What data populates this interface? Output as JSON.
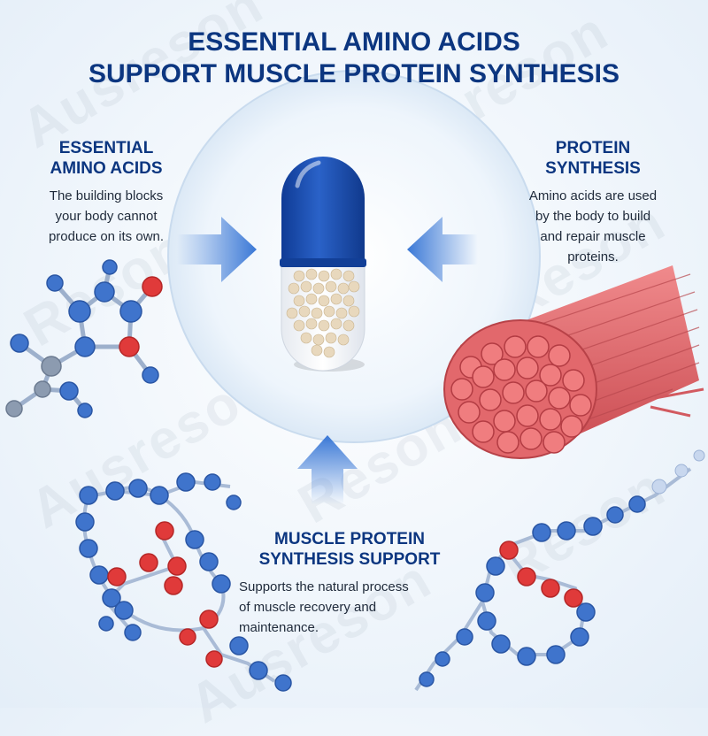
{
  "header": {
    "title_line1": "ESSENTIAL AMINO ACIDS",
    "title_line2": "SUPPORT MUSCLE PROTEIN SYNTHESIS"
  },
  "left_block": {
    "title_line1": "ESSENTIAL",
    "title_line2": "AMINO ACIDS",
    "text_lines": [
      "The building blocks",
      "your body cannot",
      "produce on its own."
    ]
  },
  "right_block": {
    "title_line1": "PROTEIN",
    "title_line2": "SYNTHESIS",
    "text_lines": [
      "Amino acids are used",
      "by the body to build",
      "and repair muscle",
      "proteins."
    ]
  },
  "bottom_block": {
    "title_line1": "MUSCLE PROTEIN",
    "title_line2": "SYNTHESIS SUPPORT",
    "text_lines": [
      "Supports the natural process",
      "of muscle recovery and",
      "maintenance."
    ]
  },
  "watermarks": [
    "Ausreson",
    "Ausreson",
    "Ausreson",
    "Reson",
    "Reson",
    "Reson",
    "Ausreson",
    "Reson"
  ],
  "colors": {
    "title": "#0c3680",
    "capsule_blue": "#1c4fb0",
    "arrow_blue": "#3a78d6",
    "muscle_red": "#e0666a",
    "atom_blue": "#3f74cc",
    "atom_red": "#e03a3a",
    "atom_gray": "#8c9bb0"
  },
  "icons": [
    "capsule-icon",
    "muscle-fiber-icon",
    "molecule-icon",
    "arrow-right-icon",
    "arrow-left-icon",
    "arrow-up-icon"
  ]
}
